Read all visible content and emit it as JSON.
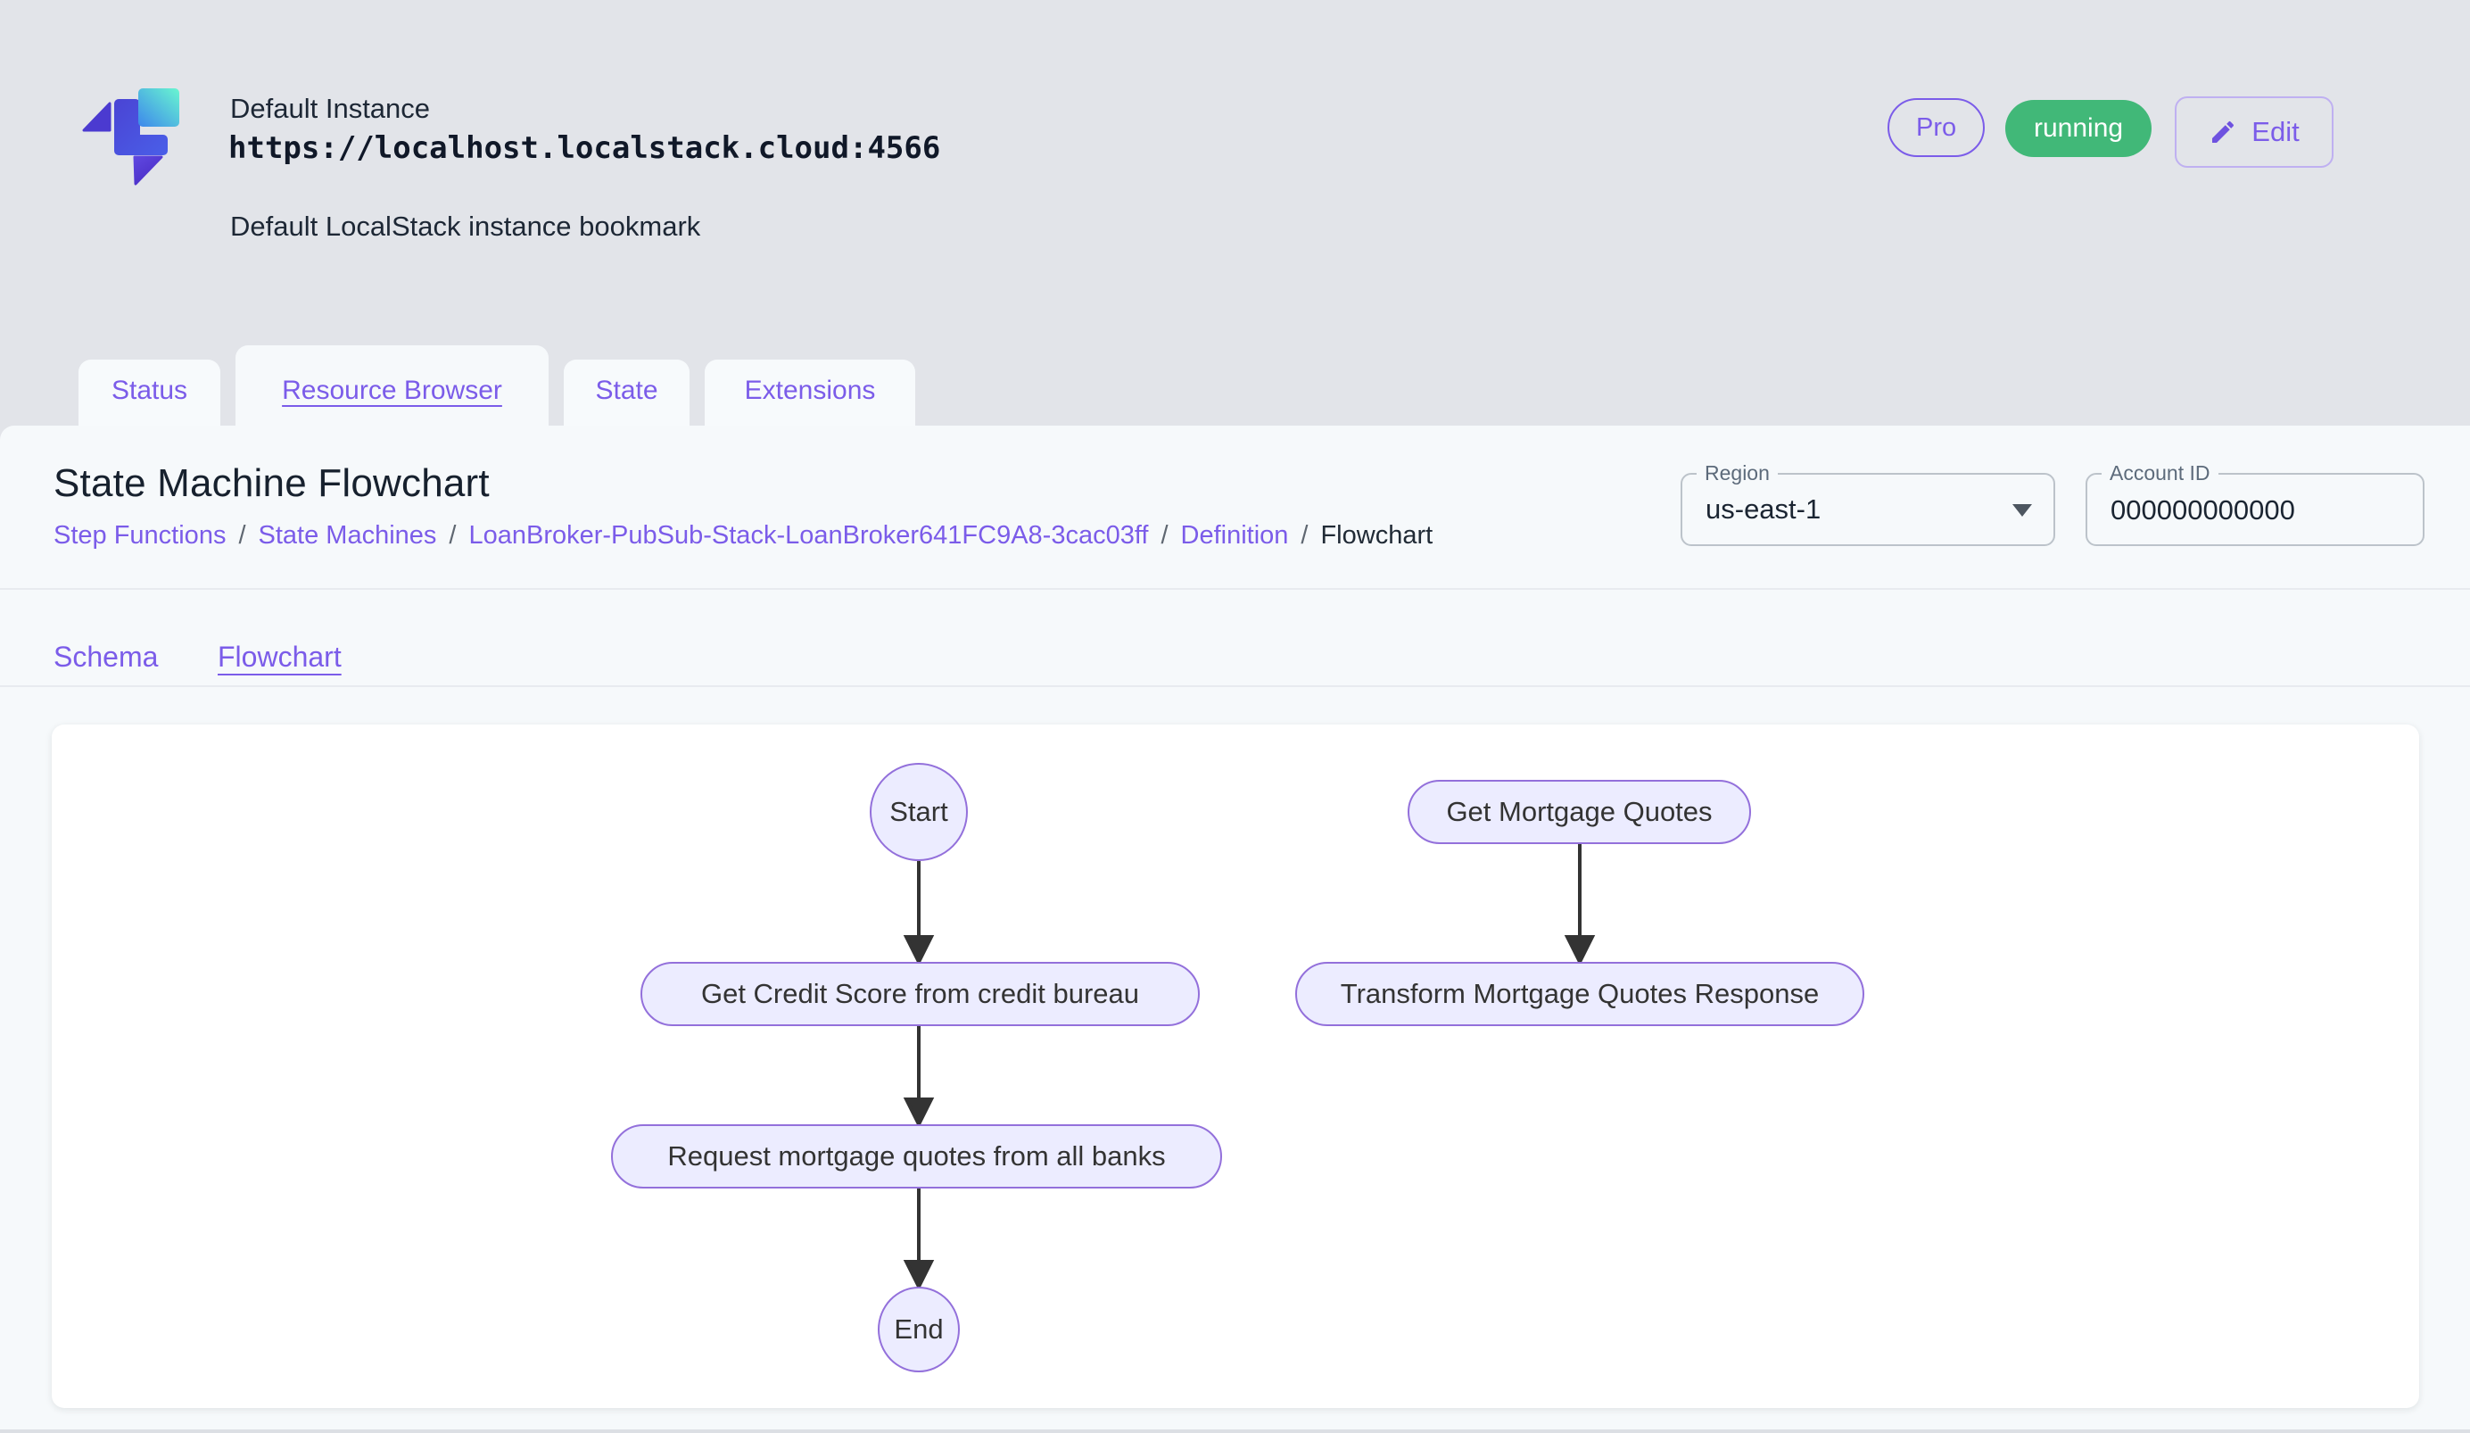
{
  "header": {
    "instance_name": "Default Instance",
    "instance_url": "https://localhost.localstack.cloud:4566",
    "instance_description": "Default LocalStack instance bookmark",
    "pro_badge": "Pro",
    "status_badge": "running",
    "edit_label": "Edit"
  },
  "tabs": [
    {
      "label": "Status",
      "active": false
    },
    {
      "label": "Resource Browser",
      "active": true
    },
    {
      "label": "State",
      "active": false
    },
    {
      "label": "Extensions",
      "active": false
    }
  ],
  "page": {
    "title": "State Machine Flowchart",
    "breadcrumb_separator": "/",
    "breadcrumb": [
      {
        "label": "Step Functions"
      },
      {
        "label": "State Machines"
      },
      {
        "label": "LoanBroker-PubSub-Stack-LoanBroker641FC9A8-3cac03ff"
      },
      {
        "label": "Definition"
      },
      {
        "label": "Flowchart"
      }
    ],
    "region_field": {
      "label": "Region",
      "value": "us-east-1"
    },
    "account_field": {
      "label": "Account ID",
      "value": "000000000000"
    },
    "subtabs": [
      {
        "label": "Schema",
        "active": false
      },
      {
        "label": "Flowchart",
        "active": true
      }
    ]
  },
  "flowchart": {
    "nodes": [
      {
        "id": "start",
        "label": "Start",
        "shape": "circle"
      },
      {
        "id": "get-credit-score",
        "label": "Get Credit Score from credit bureau",
        "shape": "stadium"
      },
      {
        "id": "request-quotes",
        "label": "Request mortgage quotes from all banks",
        "shape": "stadium"
      },
      {
        "id": "end",
        "label": "End",
        "shape": "circle"
      },
      {
        "id": "get-mortgage-quotes",
        "label": "Get Mortgage Quotes",
        "shape": "stadium"
      },
      {
        "id": "transform-response",
        "label": "Transform Mortgage Quotes Response",
        "shape": "stadium"
      }
    ],
    "edges": [
      {
        "from": "start",
        "to": "get-credit-score"
      },
      {
        "from": "get-credit-score",
        "to": "request-quotes"
      },
      {
        "from": "request-quotes",
        "to": "end"
      },
      {
        "from": "get-mortgage-quotes",
        "to": "transform-response"
      }
    ]
  },
  "colors": {
    "accent_purple": "#7b5ce9",
    "status_green": "#41b878",
    "node_fill": "#ececff",
    "node_border": "#9370db",
    "arrow": "#333333",
    "header_bg": "#e2e4e9",
    "panel_bg": "#f6f9fb"
  }
}
